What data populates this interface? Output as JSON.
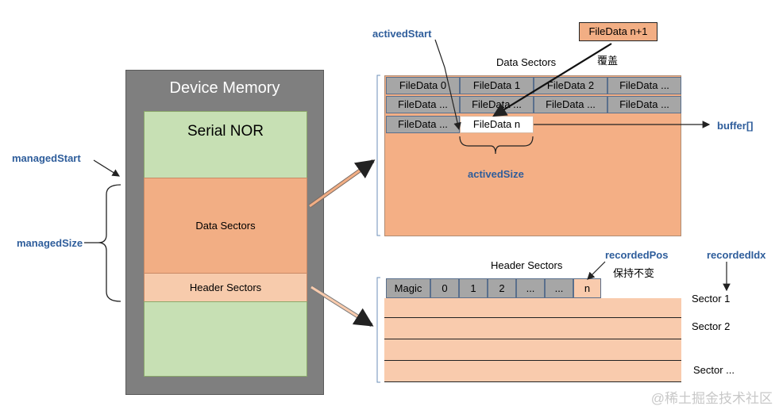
{
  "device": {
    "title": "Device Memory",
    "regions": {
      "serial_nor": "Serial NOR",
      "data_sectors": "Data Sectors",
      "header_sectors": "Header Sectors"
    }
  },
  "labels": {
    "managed_start": "managedStart",
    "managed_size": "managedSize",
    "actived_start": "activedStart",
    "actived_size": "activedSize",
    "buffer": "buffer[]",
    "recorded_pos": "recordedPos",
    "recorded_idx": "recordedIdx",
    "overwrite": "覆盖",
    "keep_unchanged": "保持不变"
  },
  "data_panel": {
    "title": "Data Sectors",
    "incoming": "FileData n+1",
    "rows": [
      [
        "FileData 0",
        "FileData 1",
        "FileData 2",
        "FileData ..."
      ],
      [
        "FileData ...",
        "FileData ...",
        "FileData ...",
        "FileData ..."
      ],
      [
        "FileData ...",
        "FileData n"
      ]
    ]
  },
  "header_panel": {
    "title": "Header Sectors",
    "cells": [
      "Magic",
      "0",
      "1",
      "2",
      "...",
      "...",
      "n"
    ],
    "sectors": [
      "Sector 1",
      "Sector 2",
      "Sector ..."
    ]
  },
  "watermark": "@稀土掘金技术社区",
  "colors": {
    "label_blue": "#2e5d9b",
    "nor_green": "#c7e0b4",
    "data_orange": "#f2ae84",
    "header_peach": "#f9cbad",
    "cell_gray": "#a6a6a6",
    "device_gray": "#7f7f7f"
  }
}
